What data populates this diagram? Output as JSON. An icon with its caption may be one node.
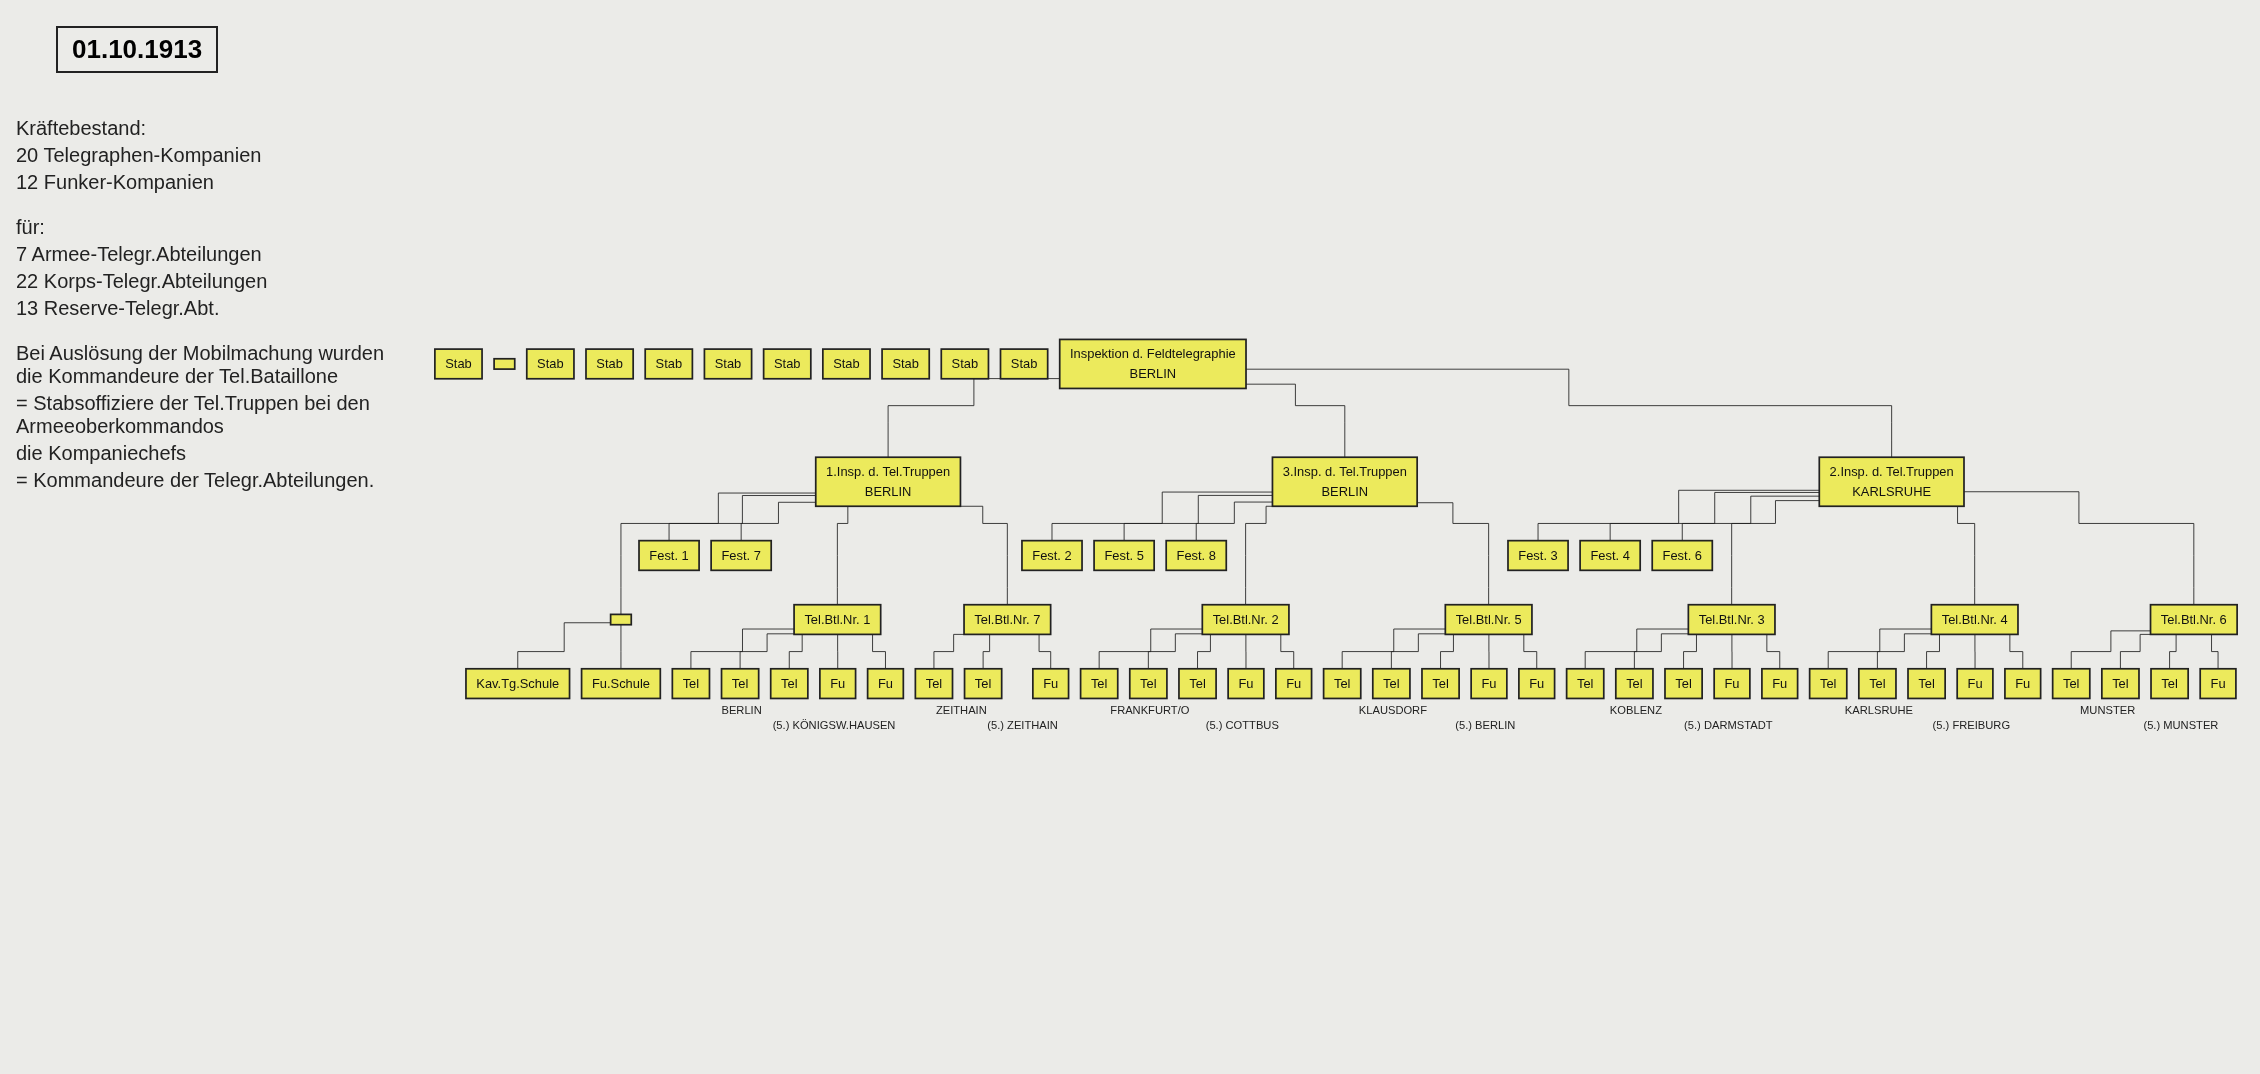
{
  "diagram": {
    "title": "01.10.1913",
    "nodes": [
      {
        "text": [
          "Inspektion d. Feldtelegraphie",
          "BERLIN"
        ]
      },
      {
        "text": [
          "Stab"
        ]
      },
      {
        "text": [
          "1.Insp. d. Tel.Truppen",
          "BERLIN"
        ]
      },
      {
        "text": [],
        "shape": "box"
      },
      {
        "text": [],
        "shape": "box"
      },
      {
        "text": [
          "Fest. 1"
        ]
      },
      {
        "text": [
          "Fest. 7"
        ]
      },
      {
        "text": [
          "Kav.Tg.Schule"
        ]
      },
      {
        "text": [
          "Fu.Schule"
        ]
      },
      {
        "text": [
          "Tel.Btl.Nr. 1"
        ]
      },
      {
        "text": [
          "Stab"
        ]
      },
      {
        "text": [
          "Tel"
        ]
      },
      {
        "text": [
          "Tel"
        ]
      },
      {
        "text": [
          "Tel"
        ]
      },
      {
        "text": [
          "Fu"
        ]
      },
      {
        "text": [
          "Fu"
        ]
      },
      {
        "text": [
          "Tel.Btl.Nr. 7"
        ]
      },
      {
        "text": [
          "Stab"
        ]
      },
      {
        "text": [
          "Tel"
        ]
      },
      {
        "text": [
          "Tel"
        ]
      },
      {
        "text": [
          "Fu"
        ]
      },
      {
        "text": [
          "3.Insp. d. Tel.Truppen",
          "BERLIN"
        ]
      },
      {
        "text": [
          "Stab"
        ]
      },
      {
        "text": [
          "Fest. 2"
        ]
      },
      {
        "text": [
          "Fest. 5"
        ]
      },
      {
        "text": [
          "Fest. 8"
        ]
      },
      {
        "text": [
          "Tel.Btl.Nr. 2"
        ]
      },
      {
        "text": [
          "Stab"
        ]
      },
      {
        "text": [
          "Tel"
        ]
      },
      {
        "text": [
          "Tel"
        ]
      },
      {
        "text": [
          "Tel"
        ]
      },
      {
        "text": [
          "Fu"
        ]
      },
      {
        "text": [
          "Fu"
        ]
      },
      {
        "text": [
          "Tel.Btl.Nr. 5"
        ]
      },
      {
        "text": [
          "Stab"
        ]
      },
      {
        "text": [
          "Tel"
        ]
      },
      {
        "text": [
          "Tel"
        ]
      },
      {
        "text": [
          "Tel"
        ]
      },
      {
        "text": [
          "Fu"
        ]
      },
      {
        "text": [
          "Fu"
        ]
      },
      {
        "text": [
          "2.Insp. d. Tel.Truppen",
          "KARLSRUHE"
        ]
      },
      {
        "text": [
          "Stab"
        ]
      },
      {
        "text": [
          "Fest. 3"
        ]
      },
      {
        "text": [
          "Fest. 4"
        ]
      },
      {
        "text": [
          "Fest. 6"
        ]
      },
      {
        "text": [
          "Tel.Btl.Nr. 3"
        ]
      },
      {
        "text": [
          "Stab"
        ]
      },
      {
        "text": [
          "Tel"
        ]
      },
      {
        "text": [
          "Tel"
        ]
      },
      {
        "text": [
          "Tel"
        ]
      },
      {
        "text": [
          "Fu"
        ]
      },
      {
        "text": [
          "Fu"
        ]
      },
      {
        "text": [
          "Tel.Btl.Nr. 4"
        ]
      },
      {
        "text": [
          "Stab"
        ]
      },
      {
        "text": [
          "Tel"
        ]
      },
      {
        "text": [
          "Tel"
        ]
      },
      {
        "text": [
          "Tel"
        ]
      },
      {
        "text": [
          "Fu"
        ]
      },
      {
        "text": [
          "Fu"
        ]
      },
      {
        "text": [
          "Tel.Btl.Nr. 6"
        ]
      },
      {
        "text": [
          "Stab"
        ]
      },
      {
        "text": [
          "Tel"
        ]
      },
      {
        "text": [
          "Tel"
        ]
      },
      {
        "text": [
          "Tel"
        ]
      },
      {
        "text": [
          "Fu"
        ]
      }
    ],
    "edges": [
      {
        "from": 0,
        "to": 2,
        "arrow": "none"
      },
      {
        "from": 0,
        "to": 21,
        "arrow": "none"
      },
      {
        "from": 0,
        "to": 40,
        "arrow": "none"
      },
      {
        "from": 2,
        "to": 4,
        "arrow": "none"
      },
      {
        "from": 2,
        "to": 5,
        "arrow": "none"
      },
      {
        "from": 2,
        "to": 6,
        "arrow": "none"
      },
      {
        "from": 4,
        "to": 7,
        "arrow": "none"
      },
      {
        "from": 4,
        "to": 8,
        "arrow": "none"
      },
      {
        "from": 2,
        "to": 9,
        "arrow": "none"
      },
      {
        "from": 2,
        "to": 16,
        "arrow": "none"
      },
      {
        "from": 9,
        "to": 11,
        "arrow": "none"
      },
      {
        "from": 9,
        "to": 12,
        "arrow": "none"
      },
      {
        "from": 9,
        "to": 13,
        "arrow": "none"
      },
      {
        "from": 9,
        "to": 14,
        "arrow": "none"
      },
      {
        "from": 9,
        "to": 15,
        "arrow": "none"
      },
      {
        "from": 16,
        "to": 18,
        "arrow": "none"
      },
      {
        "from": 16,
        "to": 19,
        "arrow": "none"
      },
      {
        "from": 16,
        "to": 20,
        "arrow": "none"
      },
      {
        "from": 21,
        "to": 23,
        "arrow": "none"
      },
      {
        "from": 21,
        "to": 24,
        "arrow": "none"
      },
      {
        "from": 21,
        "to": 25,
        "arrow": "none"
      },
      {
        "from": 21,
        "to": 26,
        "arrow": "none"
      },
      {
        "from": 21,
        "to": 33,
        "arrow": "none"
      },
      {
        "from": 26,
        "to": 28,
        "arrow": "none"
      },
      {
        "from": 26,
        "to": 29,
        "arrow": "none"
      },
      {
        "from": 26,
        "to": 30,
        "arrow": "none"
      },
      {
        "from": 26,
        "to": 31,
        "arrow": "none"
      },
      {
        "from": 26,
        "to": 32,
        "arrow": "none"
      },
      {
        "from": 33,
        "to": 35,
        "arrow": "none"
      },
      {
        "from": 33,
        "to": 36,
        "arrow": "none"
      },
      {
        "from": 33,
        "to": 37,
        "arrow": "none"
      },
      {
        "from": 33,
        "to": 38,
        "arrow": "none"
      },
      {
        "from": 33,
        "to": 39,
        "arrow": "none"
      },
      {
        "from": 40,
        "to": 42,
        "arrow": "none"
      },
      {
        "from": 40,
        "to": 43,
        "arrow": "none"
      },
      {
        "from": 40,
        "to": 44,
        "arrow": "none"
      },
      {
        "from": 40,
        "to": 45,
        "arrow": "none"
      },
      {
        "from": 40,
        "to": 52,
        "arrow": "none"
      },
      {
        "from": 40,
        "to": 59,
        "arrow": "none"
      },
      {
        "from": 45,
        "to": 47,
        "arrow": "none"
      },
      {
        "from": 45,
        "to": 48,
        "arrow": "none"
      },
      {
        "from": 45,
        "to": 49,
        "arrow": "none"
      },
      {
        "from": 45,
        "to": 50,
        "arrow": "none"
      },
      {
        "from": 45,
        "to": 51,
        "arrow": "none"
      },
      {
        "from": 52,
        "to": 54,
        "arrow": "none"
      },
      {
        "from": 52,
        "to": 55,
        "arrow": "none"
      },
      {
        "from": 52,
        "to": 56,
        "arrow": "none"
      },
      {
        "from": 52,
        "to": 57,
        "arrow": "none"
      },
      {
        "from": 52,
        "to": 58,
        "arrow": "none"
      },
      {
        "from": 59,
        "to": 61,
        "arrow": "none"
      },
      {
        "from": 59,
        "to": 62,
        "arrow": "none"
      },
      {
        "from": 59,
        "to": 63,
        "arrow": "none"
      },
      {
        "from": 59,
        "to": 64,
        "arrow": "none"
      }
    ],
    "labels": [
      "Kräftebestand:",
      "20 Telegraphen-Kompanien",
      "12 Funker-Kompanien",
      "für:",
      "7 Armee-Telegr.Abteilungen",
      "22 Korps-Telegr.Abteilungen",
      "13 Reserve-Telegr.Abt.",
      "Bei Auslösung der Mobilmachung wurden die Kommandeure der Tel.Bataillone",
      "= Stabsoffiziere der Tel.Truppen bei den Armeeoberkommandos",
      "die Kompaniechefs",
      "= Kommandeure der Telegr.Abteilungen.",
      "BERLIN",
      "(5.) KÖNIGSW.HAUSEN",
      "ZEITHAIN",
      "(5.) ZEITHAIN",
      "FRANKFURT/O",
      "(5.) COTTBUS",
      "KLAUSDORF",
      "(5.) BERLIN",
      "KOBLENZ",
      "(5.) DARMSTADT",
      "KARLSRUHE",
      "(5.) FREIBURG",
      "MUNSTER",
      "(5.) MUNSTER"
    ]
  }
}
